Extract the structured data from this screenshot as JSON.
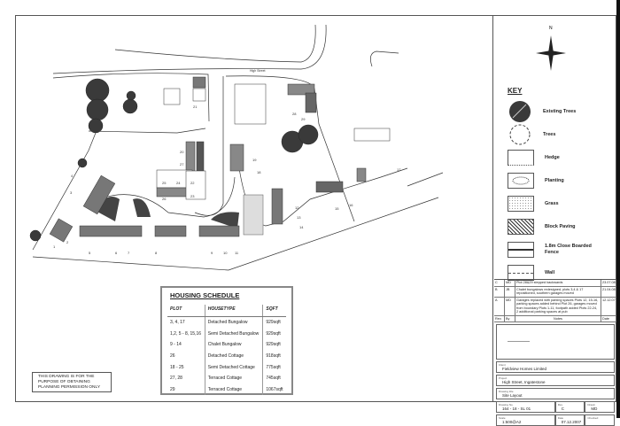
{
  "plan": {
    "street_label": "High Street",
    "plot_labels": [
      "1",
      "2",
      "3",
      "4",
      "5",
      "6",
      "7",
      "8",
      "9",
      "10",
      "11",
      "12",
      "13",
      "14",
      "15",
      "16",
      "17",
      "18",
      "19",
      "20",
      "21",
      "22",
      "23",
      "24",
      "25",
      "26",
      "27",
      "28",
      "29"
    ],
    "colors": {
      "existing_tree": "#3a3a3a",
      "house_roof": "#8a8a8a",
      "house_dark": "#555555",
      "line": "#333333"
    }
  },
  "compass": {
    "north_label": "N"
  },
  "key": {
    "title": "KEY",
    "items": [
      {
        "label": "Existing Trees",
        "icon": "existing-tree-icon"
      },
      {
        "label": "Trees",
        "icon": "tree-icon"
      },
      {
        "label": "Hedge",
        "icon": "hedge-icon"
      },
      {
        "label": "Planting",
        "icon": "planting-icon"
      },
      {
        "label": "Grass",
        "icon": "grass-icon"
      },
      {
        "label": "Block Paving",
        "icon": "block-paving-icon"
      },
      {
        "label": "1.8m Close Boarded Fence",
        "icon": "fence-icon"
      },
      {
        "label": "Wall",
        "icon": "wall-icon"
      }
    ]
  },
  "schedule": {
    "title": "HOUSING SCHEDULE",
    "headers": [
      "PLOT",
      "HOUSETYPE",
      "SQFT"
    ],
    "rows": [
      [
        "3, 4, 17",
        "Detached Bungalow",
        "929sqft"
      ],
      [
        "1,2, 5 - 8, 15,16",
        "Semi Detached Bungalow",
        "929sqft"
      ],
      [
        "9 - 14",
        "Chalet Bungalow",
        "929sqft"
      ],
      [
        "26",
        "Detached Cottage",
        "918sqft"
      ],
      [
        "18 - 25",
        "Semi Detached Cottage",
        "775sqft"
      ],
      [
        "27, 28",
        "Terraced Cottage",
        "745sqft"
      ],
      [
        "29",
        "Terraced Cottage",
        "1067sqft"
      ]
    ]
  },
  "notice": {
    "lines": [
      "THIS DRAWING IS FOR THE",
      "PURPOSE OF OBTAINING",
      "PLANNING PERMISSION ONLY"
    ]
  },
  "title_block": {
    "revisions": [
      {
        "rev": "C",
        "by": "MD",
        "notes": "Plot 28&29 stepped backwards",
        "date": "23.07.08"
      },
      {
        "rev": "B",
        "by": "JB",
        "notes": "Chalet bungalows redesigned, plots 3,4 & 17 repositioned, southern garages moved",
        "date": "21.04.08"
      },
      {
        "rev": "A",
        "by": "MD",
        "notes": "Garages replaced with parking spaces Plots 12, 15-16, parking spaces added behind Plot 26, garages moved from boundary Plots 1-11, footpath added Plots 22-24, 2 additional parking spaces at pub",
        "date": "12.12.07"
      }
    ],
    "rev_headers": [
      "Rev.",
      "By",
      "Notes",
      "Date"
    ],
    "client_label": "Client",
    "client": "Fieldview Homes Limited",
    "project_label": "Project",
    "project": "High Street, Ingatestone",
    "title_label": "Drawing title",
    "title": "Site Layout",
    "drawing_no_label": "Drawing No.",
    "drawing_no": "164 - 18 - SL 01",
    "rev_label": "Rev",
    "rev": "C",
    "drawn_label": "Drawn",
    "drawn": "MD",
    "scale_label": "Scale",
    "scale": "1:500@A2",
    "date_label": "Date",
    "date": "07.12.2007",
    "checked_label": "Checked"
  }
}
